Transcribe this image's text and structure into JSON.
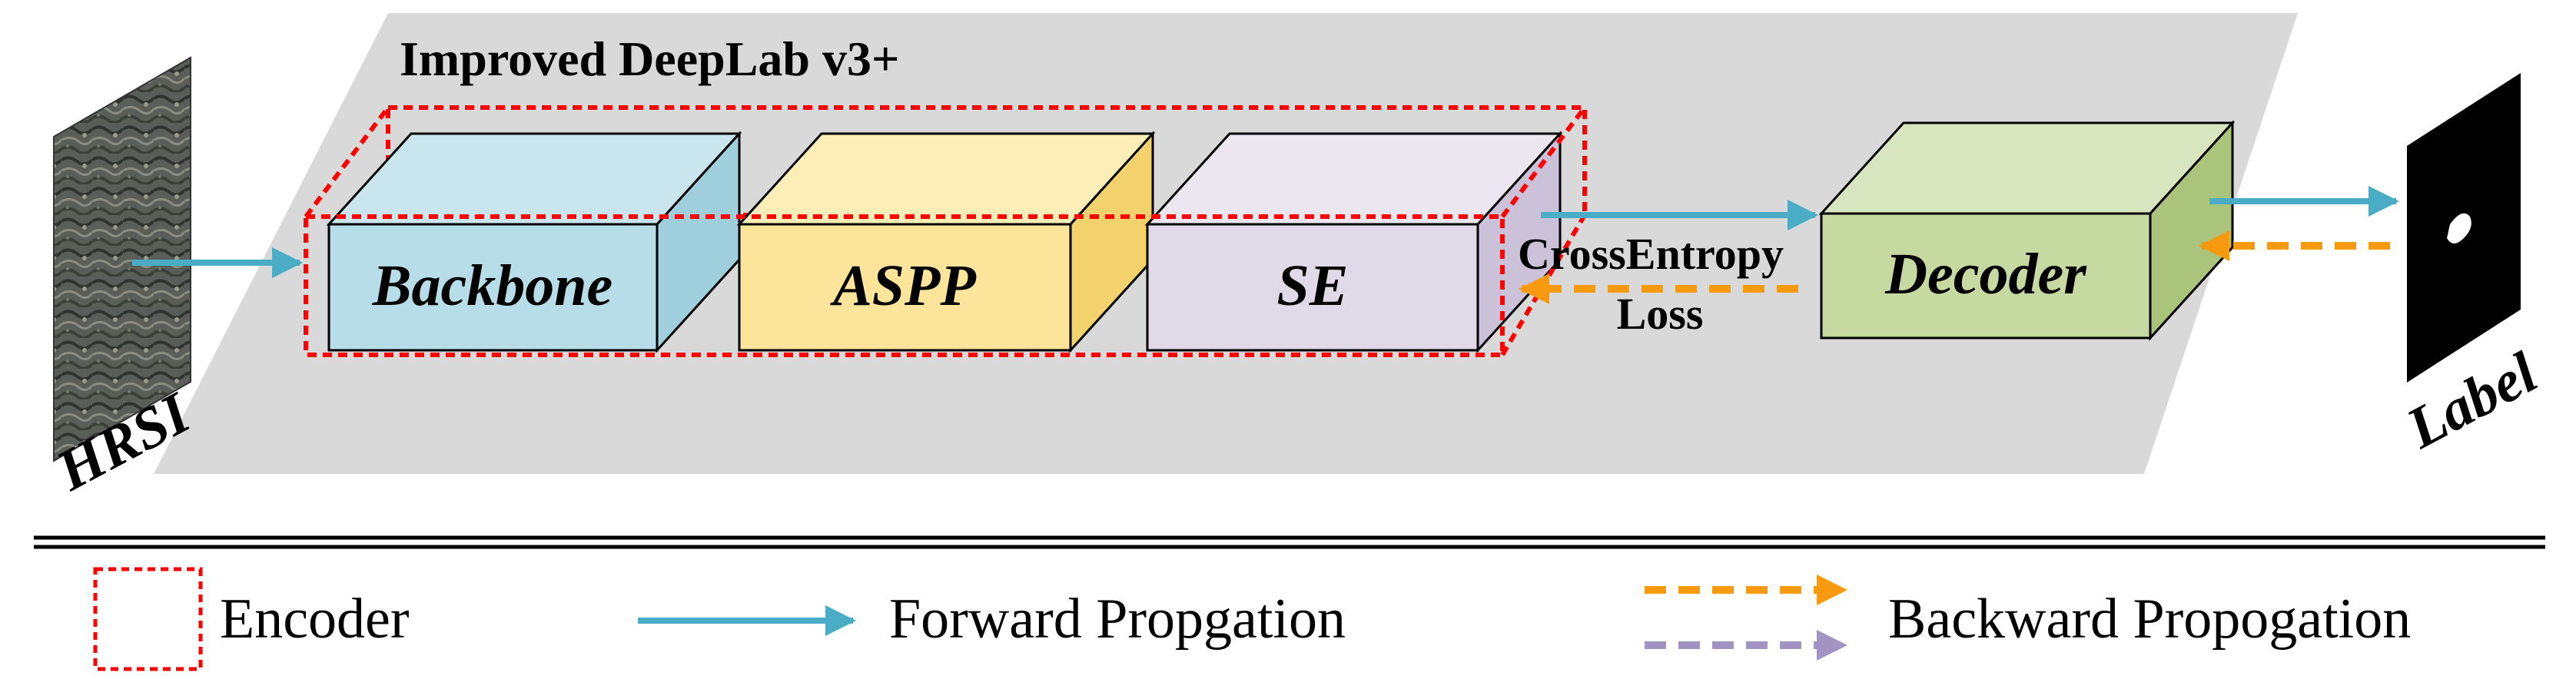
{
  "title": "Improved DeepLab v3+",
  "blocks": {
    "backbone": "Backbone",
    "aspp": "ASPP",
    "se": "SE",
    "decoder": "Decoder"
  },
  "loss": {
    "line1": "CrossEntropy",
    "line2": "Loss"
  },
  "input_label": "HRSI",
  "output_label": "Label",
  "legend": {
    "encoder": "Encoder",
    "forward": "Forward Propgation",
    "backward": "Backward Propogation"
  },
  "colors": {
    "platform": "#d9d9d9",
    "backbone": "#b7dde8",
    "aspp": "#fce59a",
    "se": "#e0d9e8",
    "decoder": "#c5d9a1",
    "forward_arrow": "#4bacc6",
    "backward_arrow": "#f79a10",
    "backward_arrow_alt": "#a294c2",
    "encoder_border": "#ff0000"
  }
}
